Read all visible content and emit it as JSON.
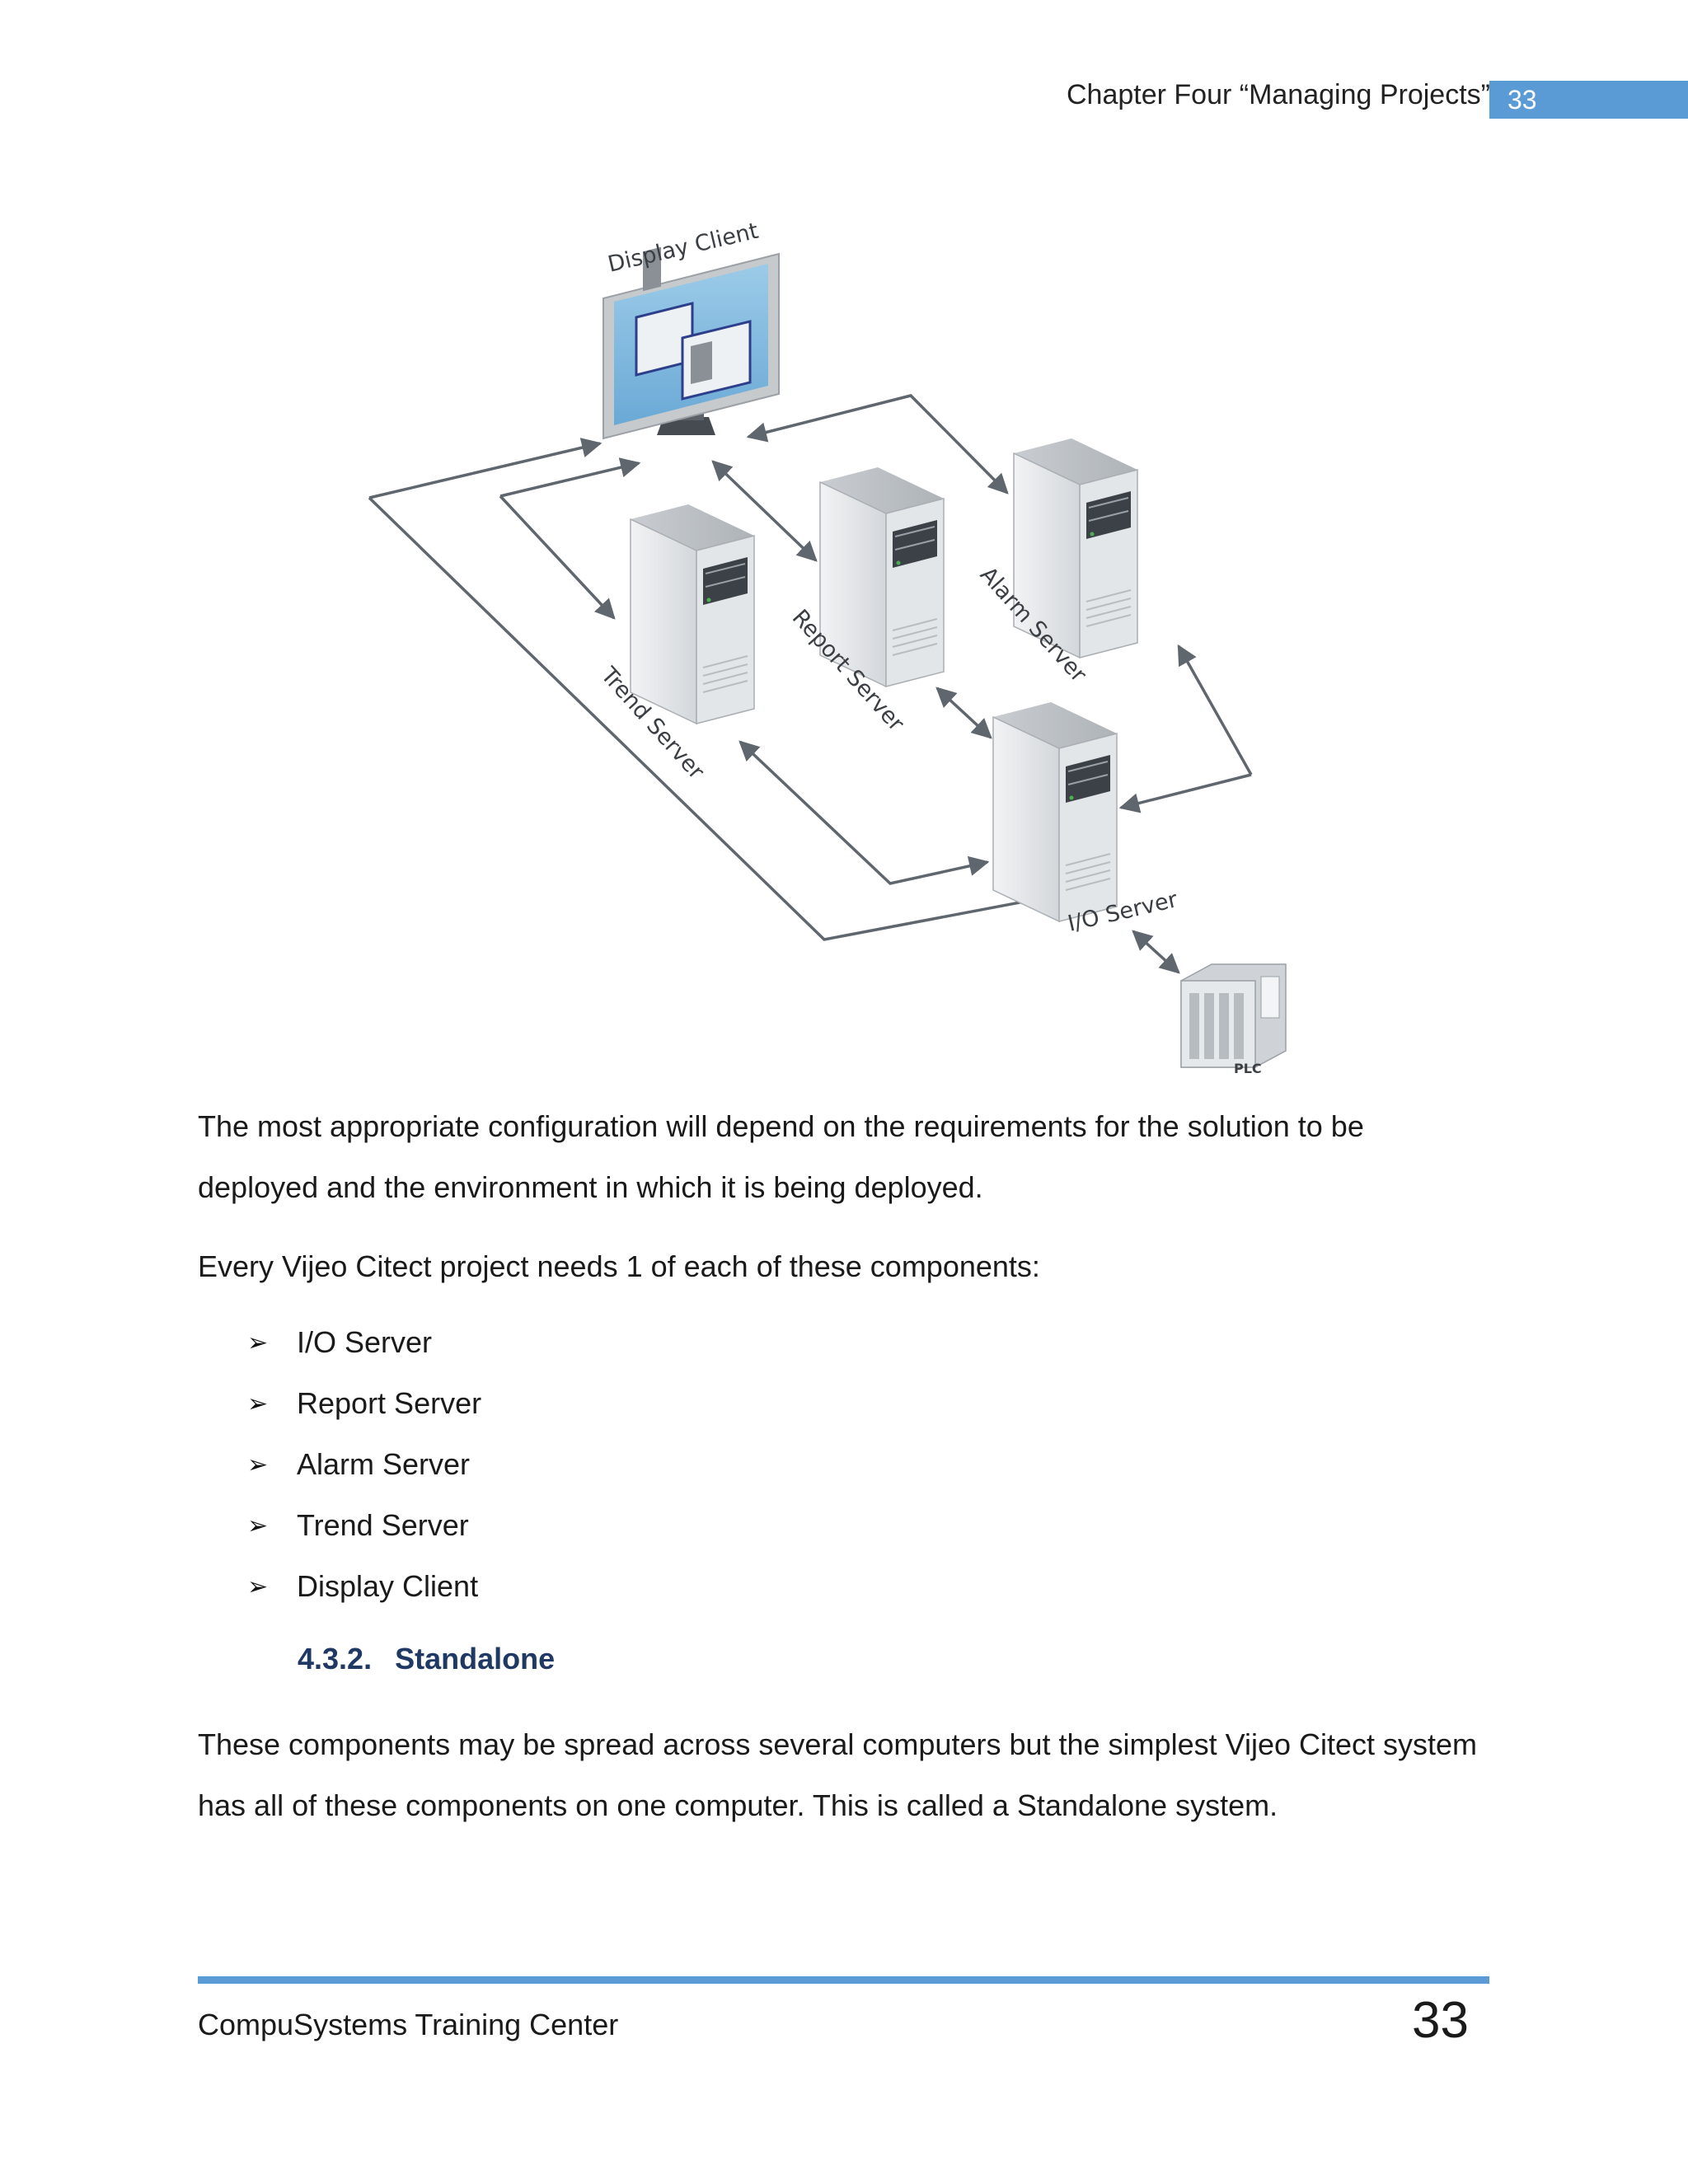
{
  "header": {
    "chapter_title": "Chapter Four “Managing Projects”",
    "page_number": "33"
  },
  "diagram": {
    "labels": {
      "display_client": "Display Client",
      "report_server": "Report Server",
      "alarm_server": "Alarm Server",
      "trend_server": "Trend Server",
      "io_server": "I/O Server",
      "plc": "PLC"
    }
  },
  "body": {
    "paragraph_1": "The most appropriate configuration will depend on the requirements for the solution to be deployed and the environment in which it is being deployed.",
    "paragraph_2": "Every Vijeo Citect project needs 1 of each of these components:",
    "components": [
      "I/O Server",
      "Report Server",
      "Alarm Server",
      "Trend Server",
      "Display Client"
    ],
    "section_number": "4.3.2.",
    "section_title": "Standalone",
    "paragraph_3": "These components may be spread across several computers but the simplest Vijeo Citect system has all of these components on one computer. This is called a Standalone system."
  },
  "footer": {
    "organization": "CompuSystems Training Center",
    "page_number": "33"
  }
}
